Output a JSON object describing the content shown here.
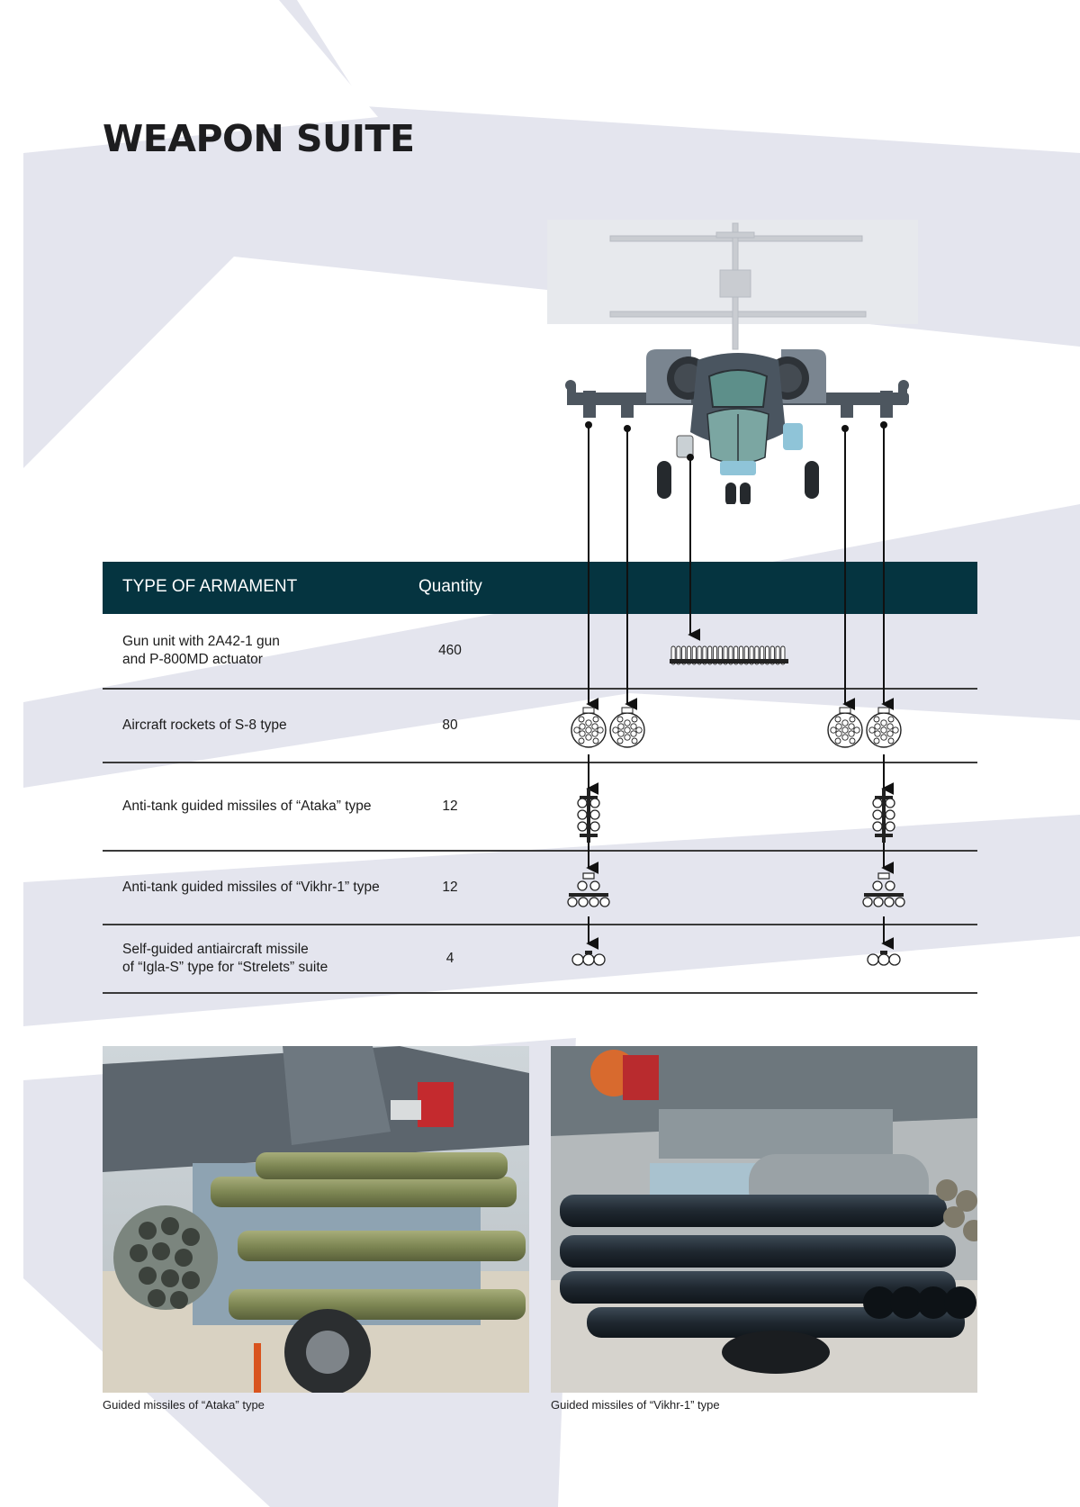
{
  "page": {
    "title": "WEAPON SUITE"
  },
  "table": {
    "headers": {
      "type": "TYPE OF ARMAMENT",
      "quantity": "Quantity"
    },
    "rows": [
      {
        "name": "Gun unit with 2A42-1 gun\nand P-800MD actuator",
        "quantity": "460"
      },
      {
        "name": "Aircraft rockets of S-8 type",
        "quantity": "80"
      },
      {
        "name": "Anti-tank guided missiles of “Ataka” type",
        "quantity": "12"
      },
      {
        "name": "Anti-tank guided missiles of “Vikhr-1” type",
        "quantity": "12"
      },
      {
        "name": "Self-guided antiaircraft missile\nof “Igla-S” type for “Strelets” suite",
        "quantity": "4"
      }
    ]
  },
  "photos": [
    {
      "caption": "Guided missiles of “Ataka” type"
    },
    {
      "caption": "Guided missiles of “Vikhr-1” type"
    }
  ],
  "colors": {
    "table_header": "#053440",
    "background_shape": "#e4e5ee",
    "heli_body": "#4a5560",
    "heli_canopy": "#6e9b96"
  }
}
